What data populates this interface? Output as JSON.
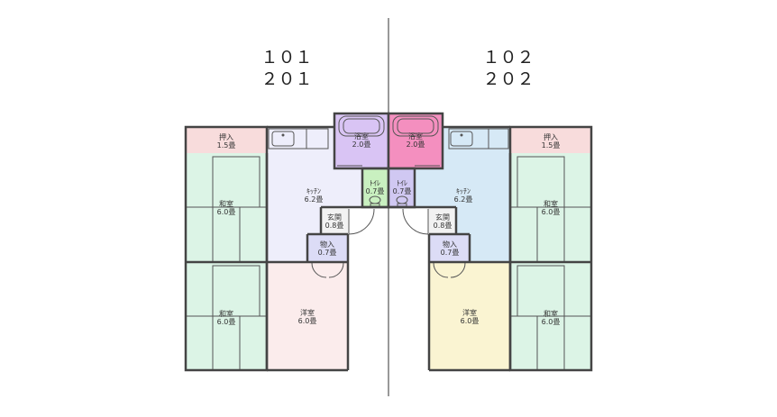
{
  "units": {
    "left": {
      "line1": "１０１",
      "line2": "２０１"
    },
    "right": {
      "line1": "１０２",
      "line2": "２０２"
    }
  },
  "colors": {
    "washitsu": "#dcf4e6",
    "oshiire": "#f8dcdc",
    "kitchen_left": "#eeeefb",
    "kitchen_right": "#d6e9f6",
    "bath_left": "#d9c4f4",
    "bath_right": "#f48fbf",
    "toilet_left": "#c9f0c0",
    "toilet_right": "#d0c8f2",
    "genkan": "#f2f2f2",
    "kutsuire": "#dcdcf6",
    "yoshitsu_left": "#fbecec",
    "yoshitsu_right": "#faf4d2",
    "wall": "#444444"
  },
  "rooms": {
    "left": {
      "oshiire": {
        "name": "押入",
        "size": "1.5畳"
      },
      "washitsu1": {
        "name": "和室",
        "size": "6.0畳"
      },
      "washitsu2": {
        "name": "和室",
        "size": "6.0畳"
      },
      "kitchen": {
        "name": "ｷｯﾁﾝ",
        "size": "6.2畳"
      },
      "bath": {
        "name": "浴室",
        "size": "2.0畳"
      },
      "toilet": {
        "name": "ﾄｲﾚ",
        "size": "0.7畳"
      },
      "genkan": {
        "name": "玄関",
        "size": "0.8畳"
      },
      "kutsuire": {
        "name": "物入",
        "size": "0.7畳"
      },
      "yoshitsu": {
        "name": "洋室",
        "size": "6.0畳"
      }
    },
    "right": {
      "oshiire": {
        "name": "押入",
        "size": "1.5畳"
      },
      "washitsu1": {
        "name": "和室",
        "size": "6.0畳"
      },
      "washitsu2": {
        "name": "和室",
        "size": "6.0畳"
      },
      "kitchen": {
        "name": "ｷｯﾁﾝ",
        "size": "6.2畳"
      },
      "bath": {
        "name": "浴室",
        "size": "2.0畳"
      },
      "toilet": {
        "name": "ﾄｲﾚ",
        "size": "0.7畳"
      },
      "genkan": {
        "name": "玄関",
        "size": "0.8畳"
      },
      "kutsuire": {
        "name": "物入",
        "size": "0.7畳"
      },
      "yoshitsu": {
        "name": "洋室",
        "size": "6.0畳"
      }
    }
  }
}
